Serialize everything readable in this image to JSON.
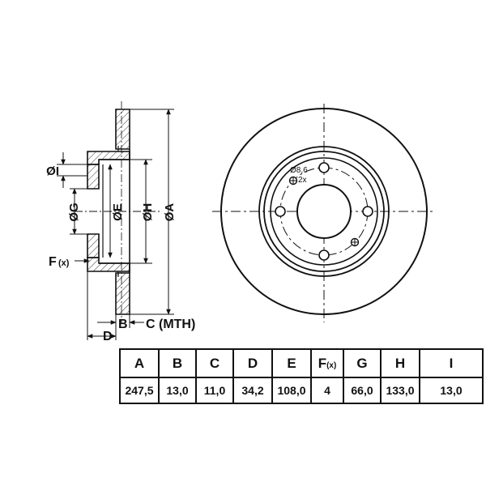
{
  "drawing": {
    "side_labels": {
      "I": "ØI",
      "G": "ØG",
      "E": "ØE",
      "H": "ØH",
      "A": "ØA",
      "F": "F",
      "F_sub": "(x)",
      "B": "B",
      "C": "C (MTH)",
      "D": "D"
    },
    "front_labels": {
      "hole_dia": "Ø8,6",
      "hole_count": "2x"
    }
  },
  "table": {
    "headers": [
      "A",
      "B",
      "C",
      "D",
      "E",
      "F",
      "G",
      "H",
      "I"
    ],
    "header_f_sub": "(x)",
    "values": [
      "247,5",
      "13,0",
      "11,0",
      "34,2",
      "108,0",
      "4",
      "66,0",
      "133,0",
      "13,0"
    ]
  }
}
